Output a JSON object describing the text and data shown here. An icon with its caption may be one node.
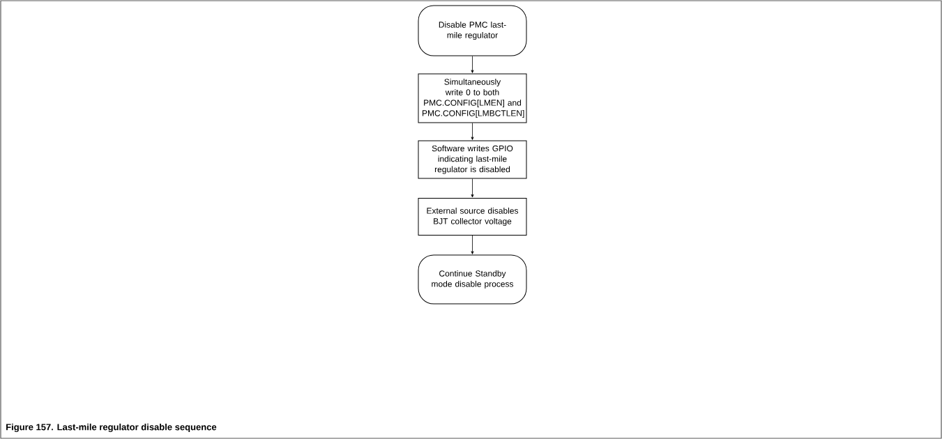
{
  "diagram": {
    "caption": "Figure 157.  Last-mile regulator disable sequence",
    "nodes": [
      {
        "text": [
          "Disable PMC last-mile regulator"
        ]
      },
      {
        "text": [
          "Simultaneously write 0 to both PMC.CONFIG[LMEN] and PMC.CONFIG[LMBCTLEN]"
        ]
      },
      {
        "text": [
          "Software writes GPIO indicating last-mile regulator is disabled"
        ]
      },
      {
        "text": [
          "External source disables BJT collector voltage"
        ]
      },
      {
        "text": [
          "Continue Standby mode disable process"
        ]
      }
    ],
    "edges": [
      {
        "from": 0,
        "to": 1,
        "arrow": "to"
      },
      {
        "from": 1,
        "to": 2,
        "arrow": "to"
      },
      {
        "from": 2,
        "to": 3,
        "arrow": "to"
      },
      {
        "from": 3,
        "to": 4,
        "arrow": "to"
      }
    ]
  }
}
